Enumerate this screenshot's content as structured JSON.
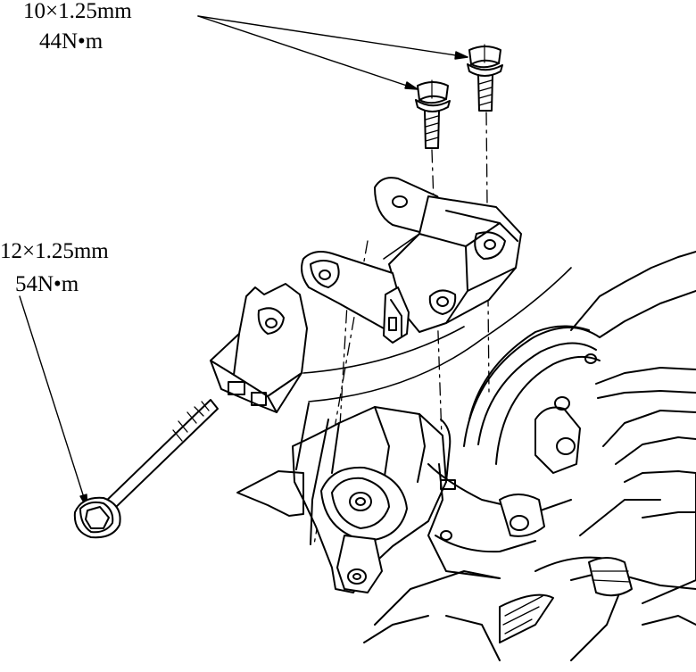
{
  "callouts": {
    "upper_bolts": {
      "size": "10×1.25mm",
      "torque": "44N•m"
    },
    "through_bolt": {
      "size": "12×1.25mm",
      "torque": "54N•m"
    }
  },
  "colors": {
    "ink": "#000000",
    "paper": "#ffffff"
  }
}
